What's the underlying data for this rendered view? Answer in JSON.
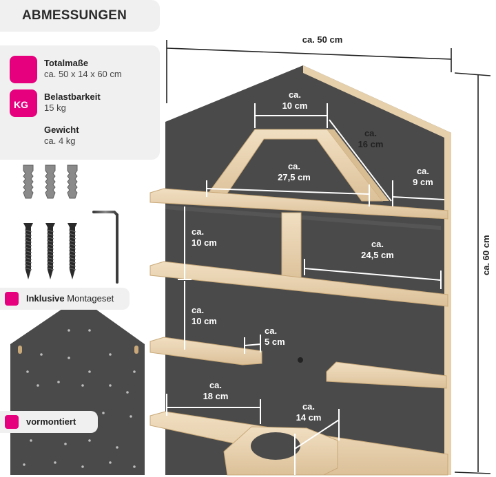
{
  "header": {
    "title": "ABMESSUNGEN"
  },
  "specs": [
    {
      "label": "Totalmaße",
      "value": "ca. 50 x 14 x 60 cm",
      "icon": "resize-arrow-icon"
    },
    {
      "label": "Belastbarkeit",
      "value": "15 kg",
      "icon": "kg-weight-icon"
    },
    {
      "label": "Gewicht",
      "value": "ca. 4 kg"
    }
  ],
  "kg_badge": "KG",
  "badges": {
    "inclusive_bold": "Inklusive",
    "inclusive_rest": " Montageset",
    "premounted": "vormontiert"
  },
  "dimensions": {
    "width_total": "ca. 50 cm",
    "height_total": "ca. 60 cm",
    "roof_top": [
      "ca.",
      "10 cm"
    ],
    "roof_slope": [
      "ca.",
      "16 cm"
    ],
    "roof_base": [
      "ca.",
      "27,5 cm"
    ],
    "right_top_shelf": [
      "ca.",
      "9 cm"
    ],
    "gap_upper": [
      "ca.",
      "10 cm"
    ],
    "middle_shelf": [
      "ca.",
      "24,5 cm"
    ],
    "gap_lower": [
      "ca.",
      "10 cm"
    ],
    "small_shelf": [
      "ca.",
      "5 cm"
    ],
    "bottom_left": [
      "ca.",
      "18 cm"
    ],
    "bottom_center": [
      "ca.",
      "14 cm"
    ]
  },
  "colors": {
    "accent": "#e6007e",
    "board": "#4a4a4a",
    "wood": "#e9d3b0",
    "panel_bg": "#f0f0f0"
  }
}
